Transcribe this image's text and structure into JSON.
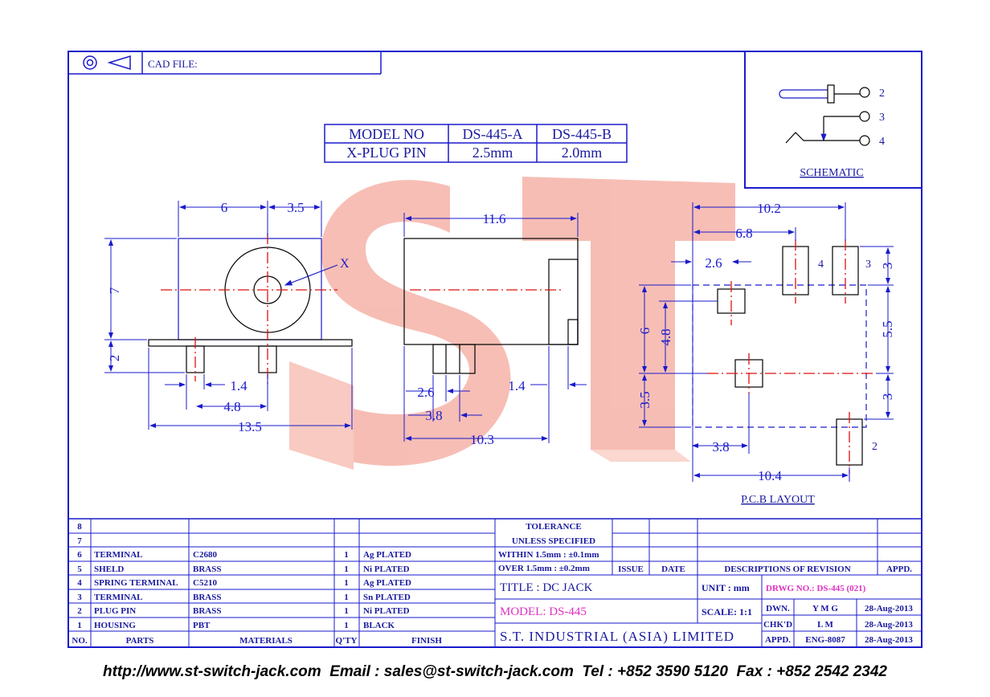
{
  "header": {
    "cad_label": "CAD FILE:"
  },
  "model_table": {
    "rows": [
      [
        "MODEL NO",
        "DS-445-A",
        "DS-445-B"
      ],
      [
        "X-PLUG PIN",
        "2.5mm",
        "2.0mm"
      ]
    ]
  },
  "watermark": {
    "text": "ST",
    "color": "#f08878"
  },
  "schematic": {
    "title": "SCHEMATIC",
    "pins": [
      "2",
      "3",
      "4"
    ]
  },
  "front_view": {
    "dims": {
      "w1": "6",
      "w2": "3.5",
      "h": "7",
      "pin_h": "2",
      "pin_off": "1.4",
      "pin_pitch": "4.8",
      "total_w": "13.5"
    },
    "x_label": "X"
  },
  "side_view": {
    "dims": {
      "length": "11.6",
      "a": "2.6",
      "b": "3.8",
      "c": "10.3",
      "d": "1.4"
    }
  },
  "pcb": {
    "title": "P.C.B LAYOUT",
    "dims": [
      "10.2",
      "6.8",
      "2.6",
      "3",
      "5.5",
      "3",
      "6",
      "4.8",
      "3.5",
      "3.8",
      "10.4"
    ],
    "pad_labels": [
      "4",
      "3",
      "2"
    ]
  },
  "bom": {
    "headers": [
      "NO.",
      "PARTS",
      "MATERIALS",
      "Q'TY",
      "FINISH"
    ],
    "rows": [
      [
        "8",
        "",
        "",
        "",
        ""
      ],
      [
        "7",
        "",
        "",
        "",
        ""
      ],
      [
        "6",
        "TERMINAL",
        "C2680",
        "1",
        "Ag PLATED"
      ],
      [
        "5",
        "SHELD",
        "BRASS",
        "1",
        "Ni PLATED"
      ],
      [
        "4",
        "SPRING TERMINAL",
        "C5210",
        "1",
        "Ag PLATED"
      ],
      [
        "3",
        "TERMINAL",
        "BRASS",
        "1",
        "Sn PLATED"
      ],
      [
        "2",
        "PLUG  PIN",
        "BRASS",
        "1",
        "Ni PLATED"
      ],
      [
        "1",
        "HOUSING",
        "PBT",
        "1",
        "BLACK"
      ]
    ]
  },
  "tolerance": {
    "title1": "TOLERANCE",
    "title2": "UNLESS  SPECIFIED",
    "within": "WITHIN  1.5mm : ±0.1mm",
    "over": "OVER    1.5mm : ±0.2mm"
  },
  "revision": {
    "issue": "ISSUE",
    "date": "DATE",
    "desc": "DESCRIPTIONS  OF  REVISION",
    "appd": "APPD."
  },
  "title_block": {
    "title": "TITLE : DC JACK",
    "unit": "UNIT :   mm",
    "drwg": "DRWG NO.: DS-445 (021)",
    "model": "MODEL: DS-445",
    "scale": "SCALE:  1:1",
    "company": "S.T.  INDUSTRIAL  (ASIA)  LIMITED",
    "sign_rows": [
      [
        "DWN.",
        "Y M G",
        "28-Aug-2013"
      ],
      [
        "CHK'D",
        "L M",
        "28-Aug-2013"
      ],
      [
        "APPD.",
        "ENG-8087",
        "28-Aug-2013"
      ]
    ]
  },
  "footer": "http://www.st-switch-jack.com  Email : sales@st-switch-jack.com  Tel : +852 3590 5120  Fax : +852 2542 2342"
}
